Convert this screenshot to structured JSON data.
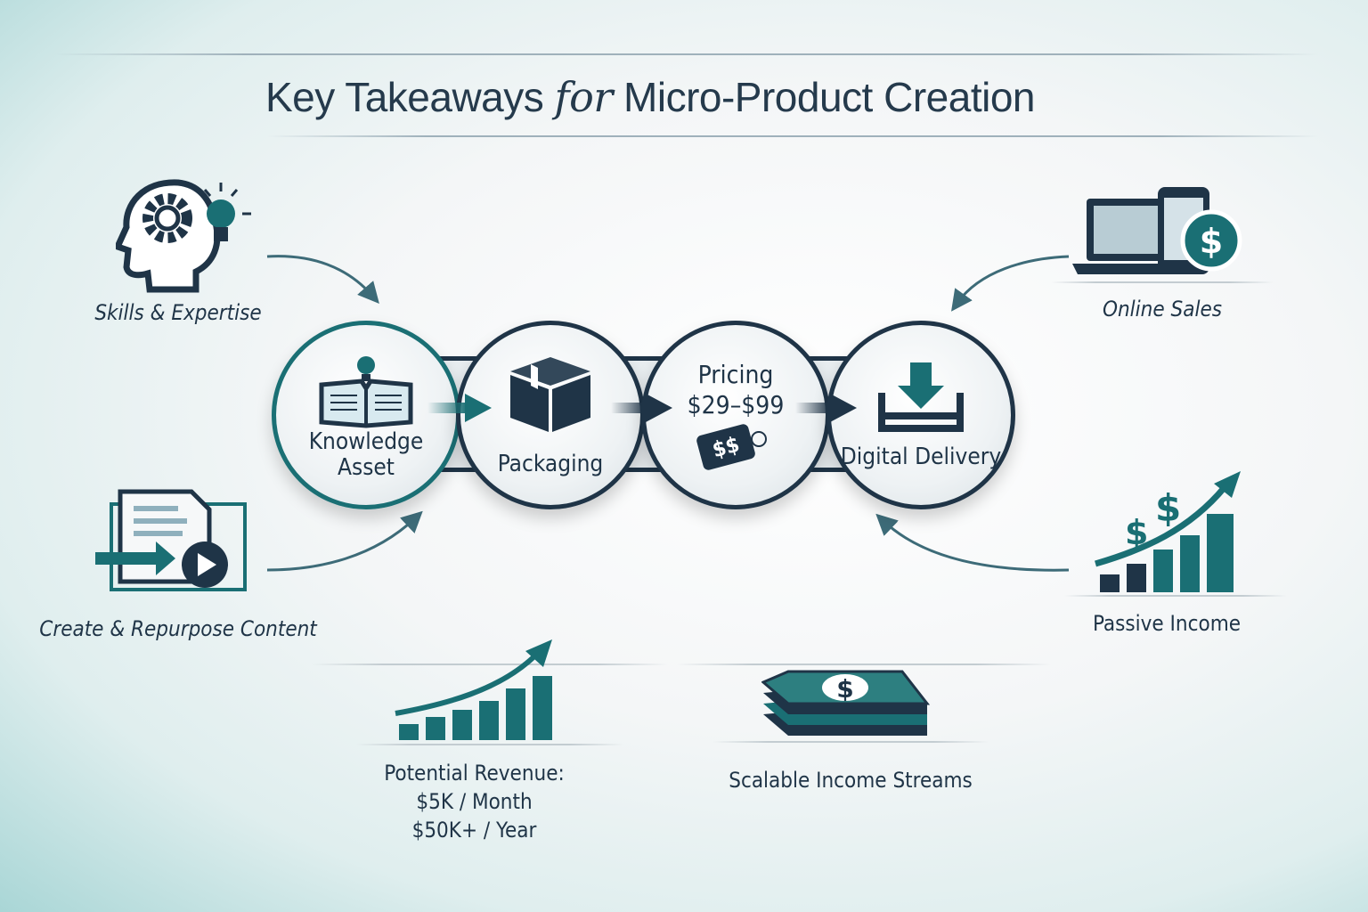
{
  "title": {
    "part1": "Key Takeaways ",
    "italic": "for",
    "part2": " Micro-Product Creation"
  },
  "flow": [
    {
      "label_line1": "Knowledge",
      "label_line2": "Asset",
      "icon": "book-lightbulb-icon"
    },
    {
      "label_line1": "Packaging",
      "icon": "box-icon"
    },
    {
      "label_line1": "Pricing",
      "label_line2": "$29–$99",
      "icon": "price-tag-icon",
      "tag_text": "$$"
    },
    {
      "label_line1": "Digital Delivery",
      "icon": "download-tray-icon"
    }
  ],
  "inputs": [
    {
      "label": "Skills & Expertise",
      "icon": "head-gear-lightbulb-icon"
    },
    {
      "label": "Create & Repurpose Content",
      "icon": "document-video-icon"
    }
  ],
  "outputs": [
    {
      "label": "Online Sales",
      "icon": "laptop-phone-dollar-icon",
      "badge": "$"
    },
    {
      "label": "Passive Income",
      "icon": "growth-chart-dollar-icon",
      "symbols": "$ $"
    }
  ],
  "bottom": [
    {
      "line1": "Potential Revenue:",
      "line2": "$5K / Month",
      "line3": "$50K+ / Year",
      "icon": "revenue-chart-icon"
    },
    {
      "label": "Scalable Income Streams",
      "icon": "cash-stack-icon",
      "symbol": "$"
    }
  ],
  "colors": {
    "navy": "#1f3447",
    "teal": "#1a6f74"
  }
}
